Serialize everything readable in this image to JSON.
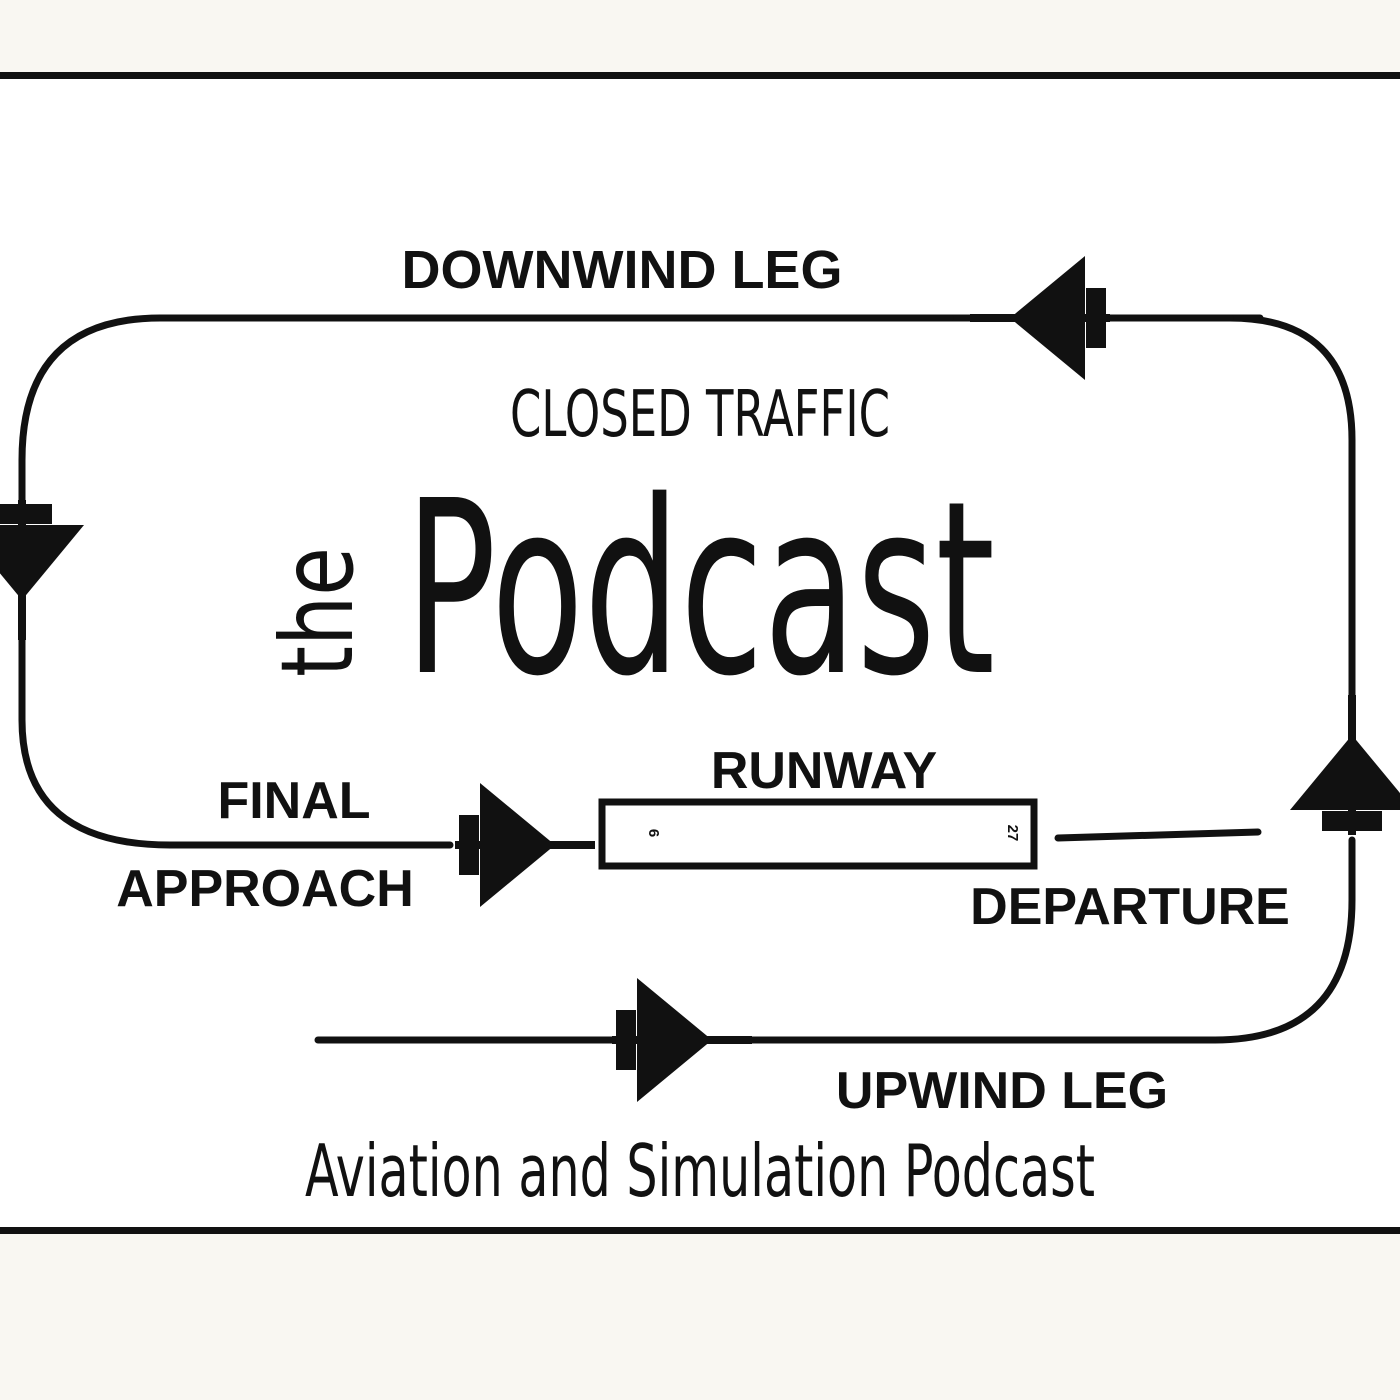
{
  "labels": {
    "downwind": "DOWNWIND LEG",
    "closed_traffic": "CLOSED TRAFFIC",
    "the": "the",
    "podcast": "Podcast",
    "runway": "RUNWAY",
    "final": "FINAL",
    "approach": "APPROACH",
    "departure": "DEPARTURE",
    "upwind": "UPWIND LEG",
    "tagline": "Aviation and Simulation Podcast"
  },
  "runway": {
    "left_number": "6",
    "right_number": "27"
  },
  "colors": {
    "ink": "#111111",
    "panel": "#ffffff",
    "outer_bg": "#f9f7f2"
  },
  "icons": [
    "airplane-icon"
  ]
}
